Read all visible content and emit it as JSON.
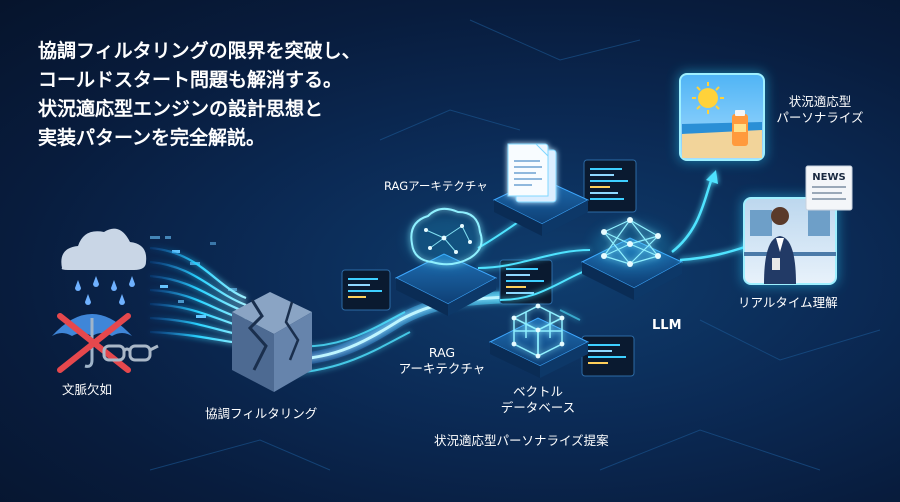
{
  "headline": {
    "line1": "協調フィルタリングの限界を突破し、",
    "line2": "コールドスタート問題も解消する。",
    "line3": "状況適応型エンジンの設計思想と",
    "line4": "実装パターンを完全解説。"
  },
  "labels": {
    "context_missing": "文脈欠如",
    "collaborative_filtering": "協調フィルタリング",
    "rag_architecture_top": "RAGアーキテクチャ",
    "rag_architecture_bottom_line1": "RAG",
    "rag_architecture_bottom_line2": "アーキテクチャ",
    "vector_db_line1": "ベクトル",
    "vector_db_line2": "データベース",
    "llm": "LLM",
    "adaptive_proposal": "状況適応型パーソナライズ提案",
    "adaptive_personalize_line1": "状況適応型",
    "adaptive_personalize_line2": "パーソナライズ",
    "realtime_understanding": "リアルタイム理解",
    "news_badge": "NEWS"
  },
  "colors": {
    "accent_cyan": "#29d3ff",
    "glow_blue": "#1e8fff",
    "warning_red": "#e5484d",
    "background_dark": "#081c3d"
  },
  "icons": [
    "rain-cloud-icon",
    "crossed-umbrella-icon",
    "glasses-icon",
    "broken-cube-icon",
    "brain-network-icon",
    "documents-icon",
    "neural-network-icon",
    "vector-cube-icon",
    "beach-card-icon",
    "commuter-news-card-icon"
  ]
}
